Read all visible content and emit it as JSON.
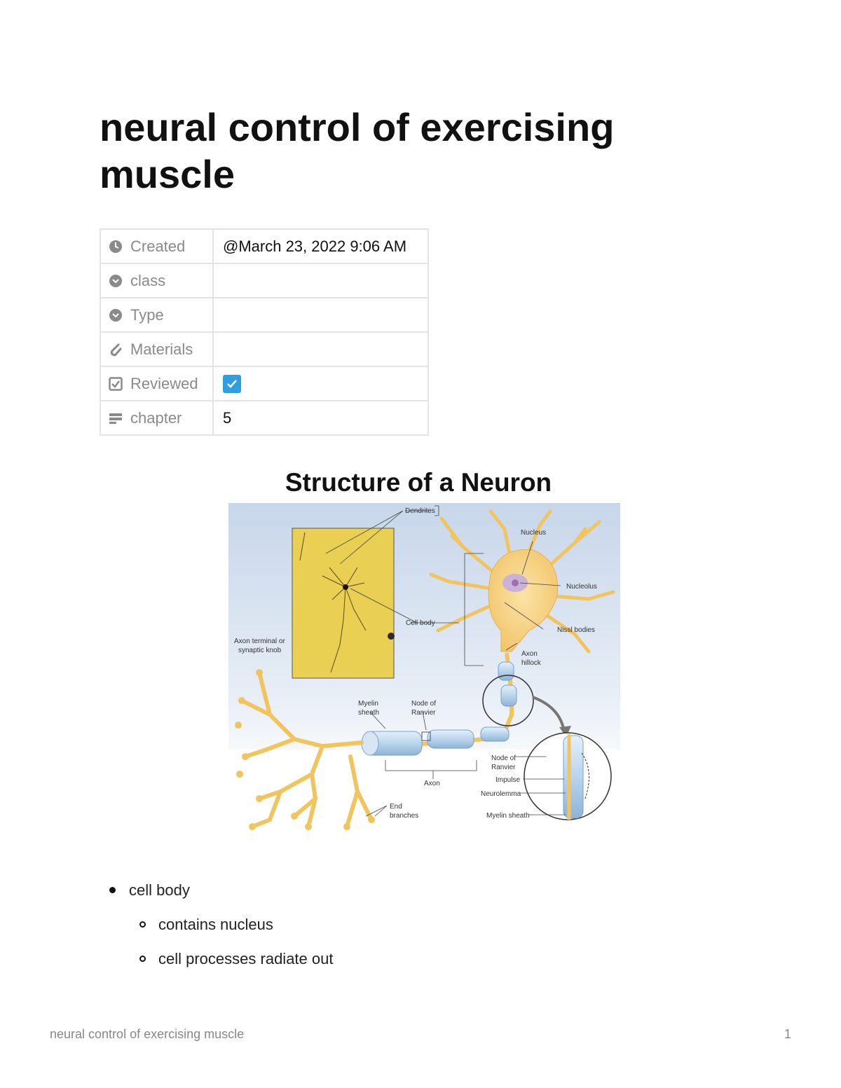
{
  "page": {
    "title": "neural control of exercising muscle"
  },
  "properties": [
    {
      "icon": "clock-icon",
      "key": "Created",
      "value": "@March 23, 2022 9:06 AM"
    },
    {
      "icon": "select-icon",
      "key": "class",
      "value": ""
    },
    {
      "icon": "select-icon",
      "key": "Type",
      "value": ""
    },
    {
      "icon": "files-icon",
      "key": "Materials",
      "value": ""
    },
    {
      "icon": "checkbox-icon",
      "key": "Reviewed",
      "value": "",
      "checked": true
    },
    {
      "icon": "text-icon",
      "key": "chapter",
      "value": "5"
    }
  ],
  "figure": {
    "title": "Structure of a Neuron",
    "labels": {
      "dendrites": "Dendrites",
      "nucleus": "Nucleus",
      "nucleolus": "Nucleolus",
      "cell_body": "Cell body",
      "nissl_bodies": "Nissl bodies",
      "axon_hillock_1": "Axon",
      "axon_hillock_2": "hillock",
      "axon_terminal_1": "Axon terminal or",
      "axon_terminal_2": "synaptic knob",
      "myelin_sheath_1": "Myelin",
      "myelin_sheath_2": "sheath",
      "node_ranvier_1": "Node of",
      "node_ranvier_2": "Ranvier",
      "axon": "Axon",
      "end_branches_1": "End",
      "end_branches_2": "branches",
      "inset_node_1": "Node of",
      "inset_node_2": "Ranvier",
      "impulse": "Impulse",
      "neurolemma": "Neurolemma",
      "inset_myelin": "Myelin sheath"
    }
  },
  "bullets": [
    {
      "level": 1,
      "text": "cell body"
    },
    {
      "level": 2,
      "text": "contains nucleus"
    },
    {
      "level": 2,
      "text": "cell processes radiate out"
    }
  ],
  "footer": {
    "title": "neural control of exercising muscle",
    "page_number": "1"
  }
}
